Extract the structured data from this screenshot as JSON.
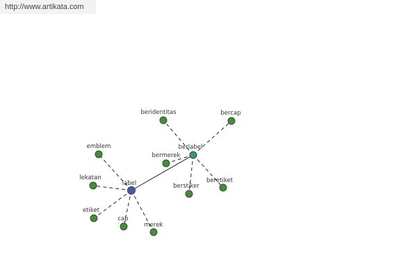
{
  "site": {
    "url": "http://www.artikata.com"
  },
  "colors": {
    "hub": "#4a57a8",
    "secondary_hub": "#3f8f8a",
    "leaf": "#4a8a3c"
  },
  "graph": {
    "nodes": [
      {
        "id": "label",
        "text": "label",
        "kind": "hub"
      },
      {
        "id": "berlabel",
        "text": "berlabel",
        "kind": "secondary_hub"
      },
      {
        "id": "beridentitas",
        "text": "beridentitas",
        "kind": "leaf"
      },
      {
        "id": "bercap",
        "text": "bercap",
        "kind": "leaf"
      },
      {
        "id": "bermerek",
        "text": "bermerek",
        "kind": "leaf"
      },
      {
        "id": "berstiker",
        "text": "berstiker",
        "kind": "leaf"
      },
      {
        "id": "beretiket",
        "text": "beretiket",
        "kind": "leaf"
      },
      {
        "id": "emblem",
        "text": "emblem",
        "kind": "leaf"
      },
      {
        "id": "lekatan",
        "text": "lekatan",
        "kind": "leaf"
      },
      {
        "id": "etiket",
        "text": "etiket",
        "kind": "leaf"
      },
      {
        "id": "cap",
        "text": "cap",
        "kind": "leaf"
      },
      {
        "id": "merek",
        "text": "merek",
        "kind": "leaf"
      }
    ],
    "edges": [
      {
        "from": "label",
        "to": "berlabel",
        "style": "solid"
      },
      {
        "from": "berlabel",
        "to": "beridentitas",
        "style": "dashed"
      },
      {
        "from": "berlabel",
        "to": "bercap",
        "style": "dashed"
      },
      {
        "from": "berlabel",
        "to": "bermerek",
        "style": "dashed"
      },
      {
        "from": "berlabel",
        "to": "berstiker",
        "style": "dashed"
      },
      {
        "from": "berlabel",
        "to": "beretiket",
        "style": "dashed"
      },
      {
        "from": "label",
        "to": "emblem",
        "style": "dashed"
      },
      {
        "from": "label",
        "to": "lekatan",
        "style": "dashed"
      },
      {
        "from": "label",
        "to": "etiket",
        "style": "dashed"
      },
      {
        "from": "label",
        "to": "cap",
        "style": "dashed"
      },
      {
        "from": "label",
        "to": "merek",
        "style": "dashed"
      }
    ]
  }
}
